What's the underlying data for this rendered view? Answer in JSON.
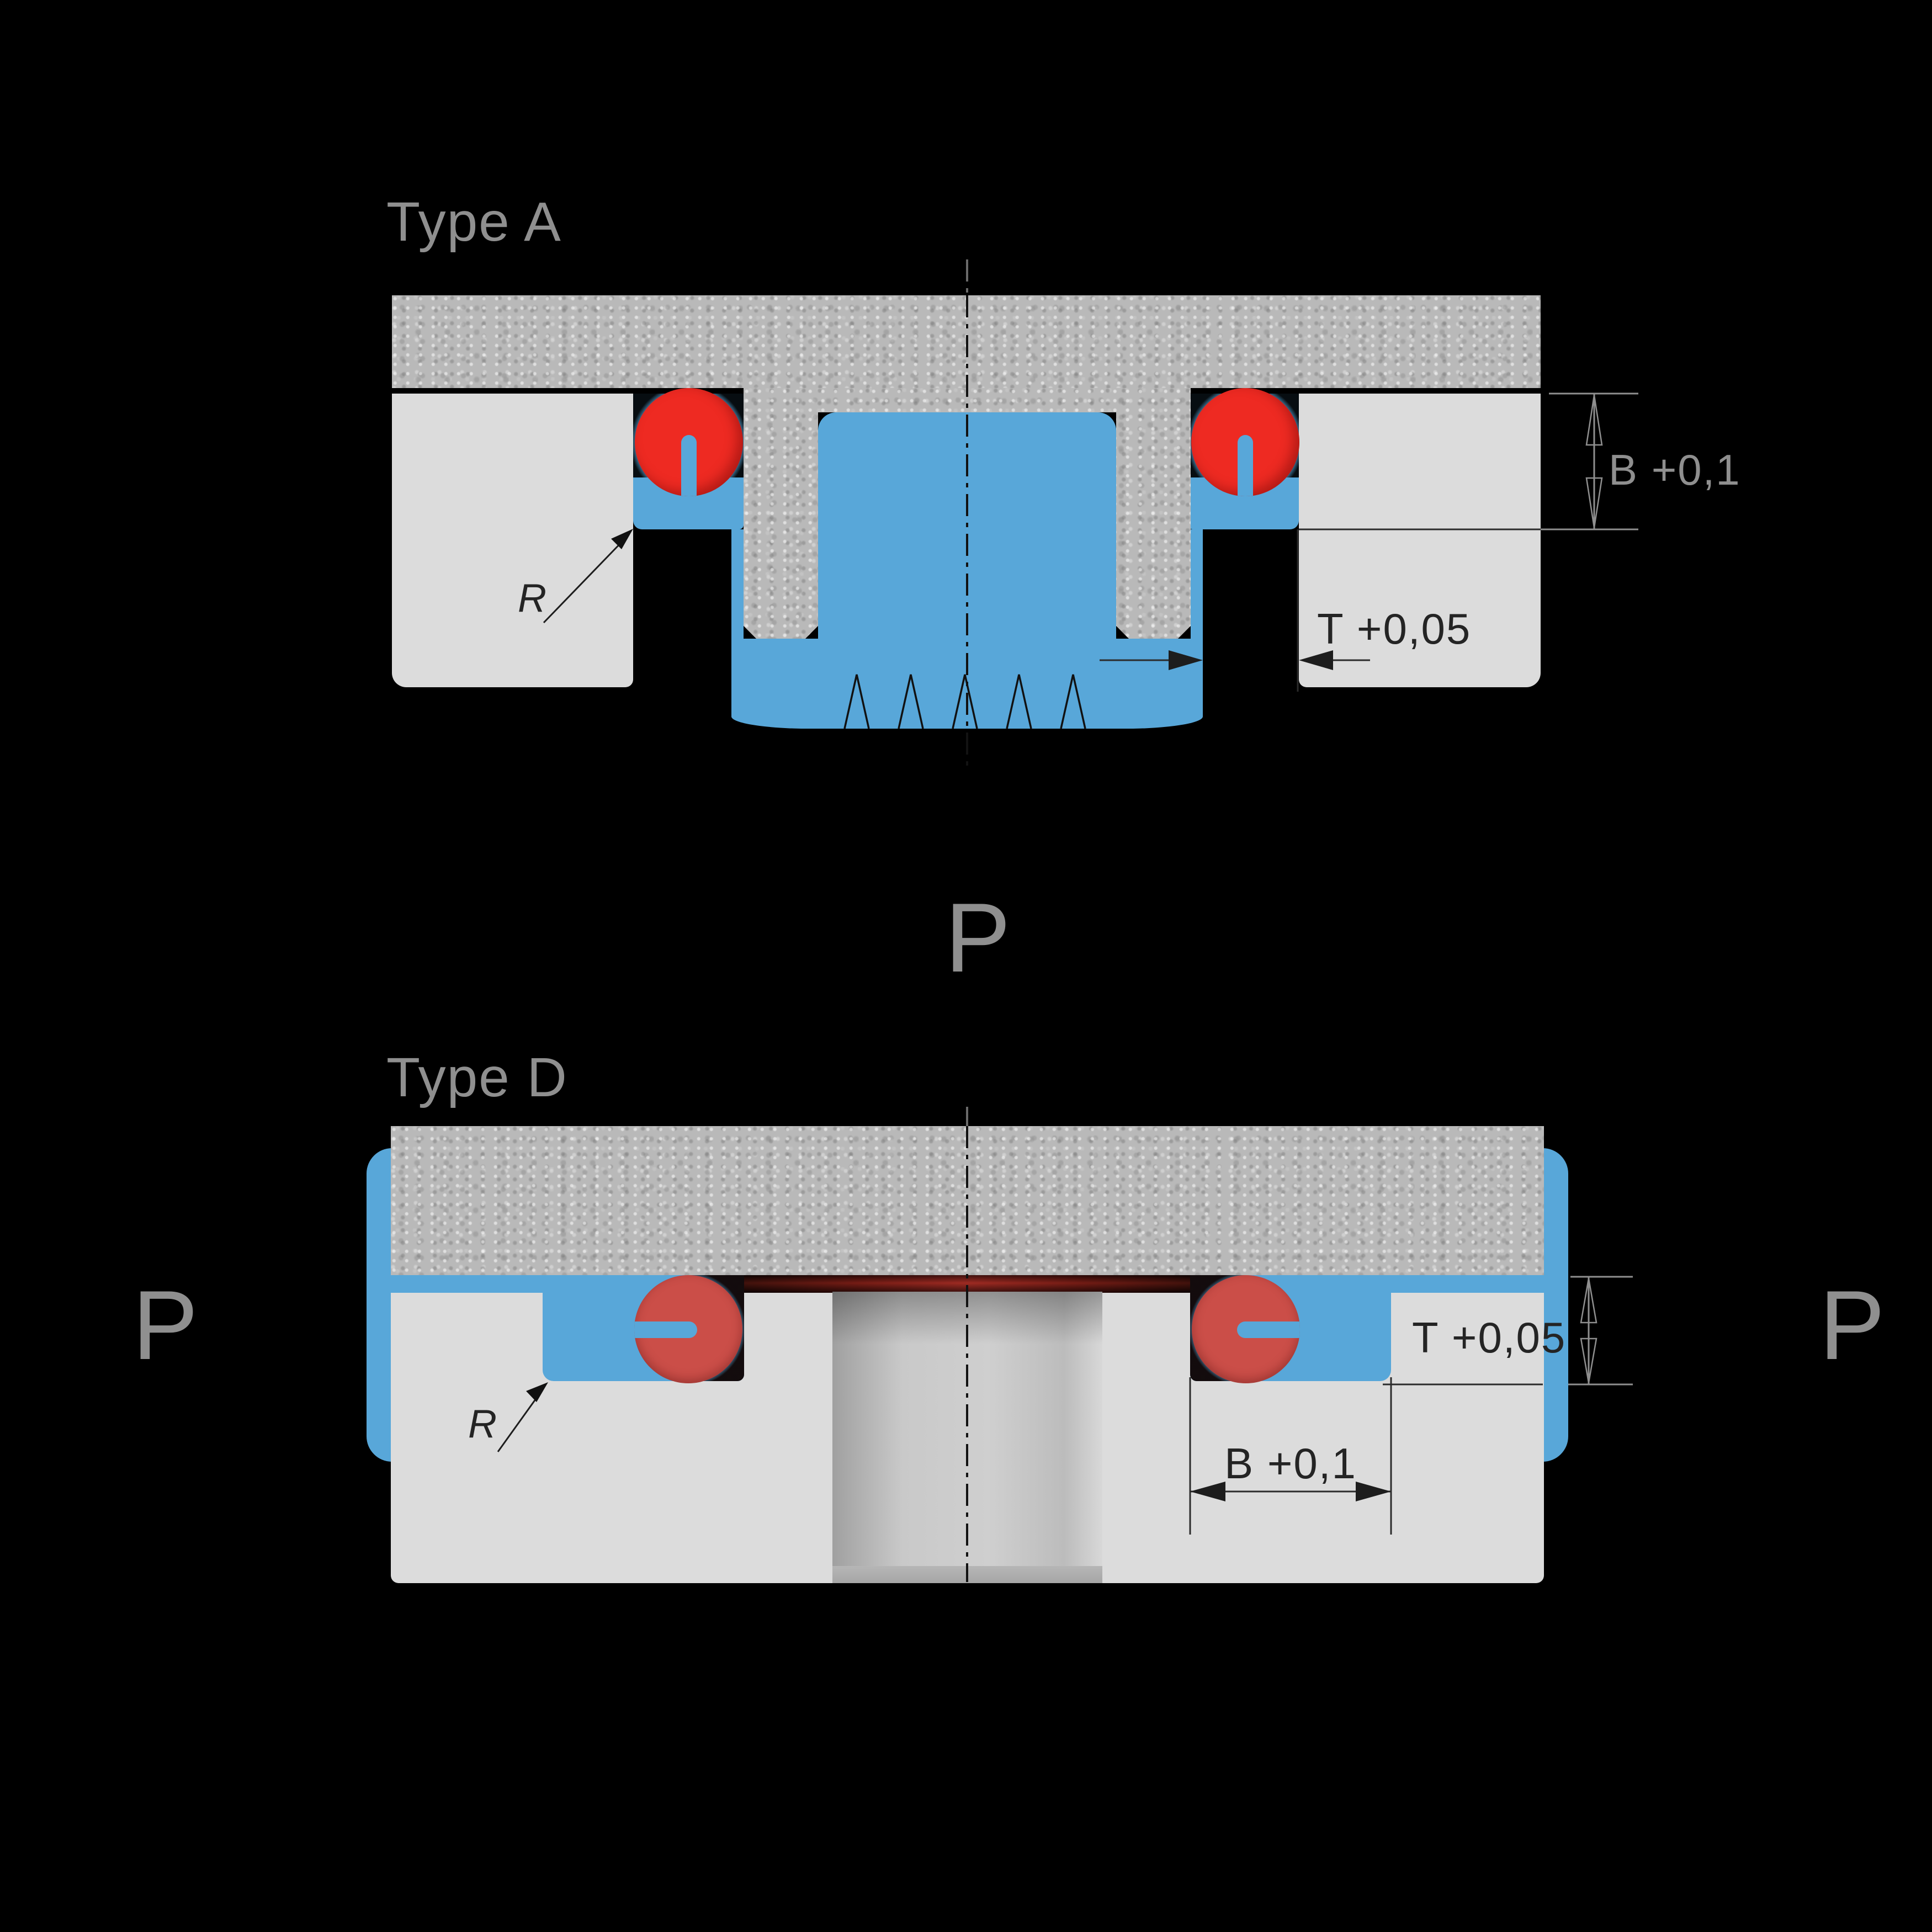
{
  "background": "#000000",
  "colors": {
    "plate_texture": "#b9b9b9",
    "housing": "#dcdcdc",
    "seal_blue": "#58a7d9",
    "oring_red_type_a": "#ee2a22",
    "oring_red_type_d": "#cb4e48",
    "gasket_maroon": "#8d2621",
    "ink_on_black": "#8f8f8f",
    "ink_on_gray": "#242424"
  },
  "diagram_type_a": {
    "label": "Type A",
    "dim_groove_depth": "B +0,1",
    "dim_gap": "T +0,05",
    "radius_label": "R",
    "pressure_label": "P"
  },
  "diagram_type_d": {
    "label": "Type D",
    "dim_groove_depth": "T +0,05",
    "dim_groove_width": "B +0,1",
    "radius_label": "R",
    "pressure_label_left": "P",
    "pressure_label_right": "P"
  }
}
